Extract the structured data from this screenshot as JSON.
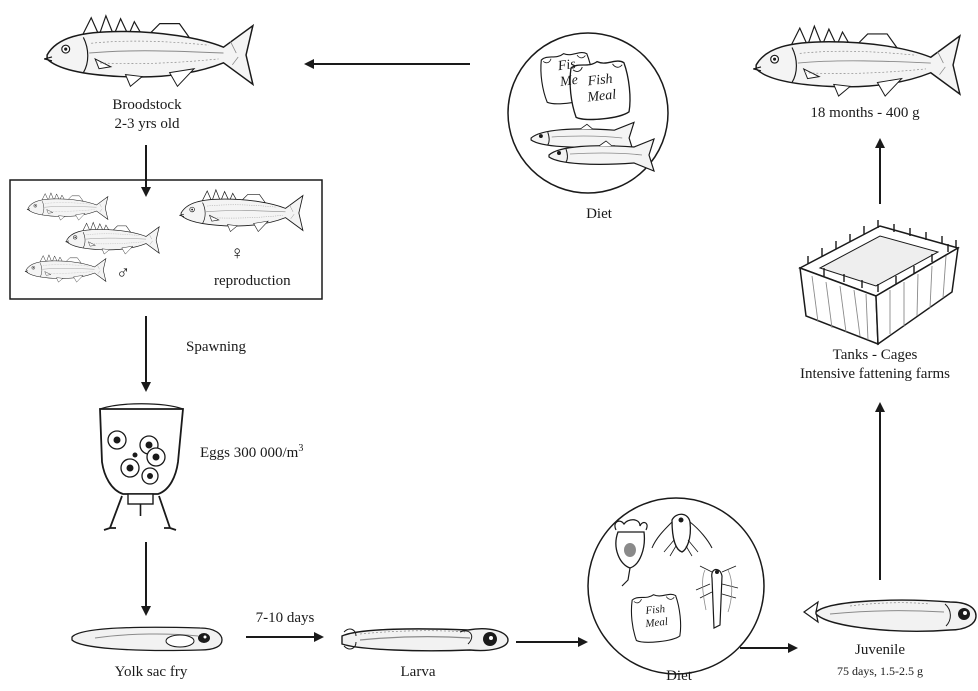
{
  "labels": {
    "broodstock_line1": "Broodstock",
    "broodstock_line2": "2-3 yrs old",
    "reproduction": "reproduction",
    "male_symbol": "♂",
    "female_symbol": "♀",
    "spawning": "Spawning",
    "eggs": "Eggs 300 000/m",
    "eggs_superscript": "3",
    "yolk_sac_fry": "Yolk sac fry",
    "duration": "7-10 days",
    "larva": "Larva",
    "diet_bottom": "Diet",
    "juvenile": "Juvenile",
    "juvenile_detail": "75 days, 1.5-2.5 g",
    "tanks_line1": "Tanks - Cages",
    "tanks_line2": "Intensive fattening farms",
    "adult": "18 months - 400 g",
    "diet_top": "Diet"
  },
  "bags": {
    "top_front_line1": "Fish",
    "top_front_line2": "Meal",
    "top_back_line1": "Fis",
    "top_back_line2": "Me",
    "bottom_line1": "Fish",
    "bottom_line2": "Meal"
  },
  "colors": {
    "ink": "#1a1a1a",
    "fish_fill": "#f2f2f2",
    "fish_shade": "#8a8a8a",
    "background": "#ffffff"
  },
  "icons": [
    "fish-icon",
    "fishmeal-bag-icon",
    "zooplankton-icon",
    "artemia-icon",
    "incubator-tank-icon",
    "cage-icon",
    "arrow-icon"
  ]
}
